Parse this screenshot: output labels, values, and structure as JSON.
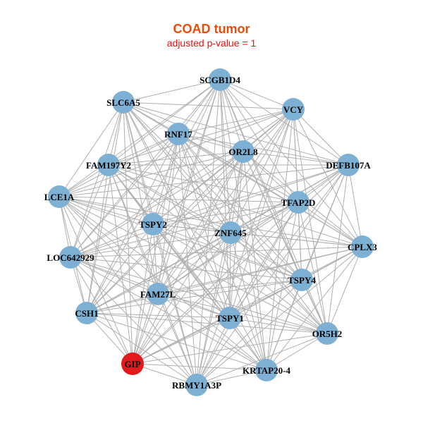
{
  "header": {
    "title": "COAD tumor",
    "subtitle": "adjusted p-value = 1"
  },
  "colors": {
    "title": "#ee4a0a",
    "subtitle": "#ee1010",
    "node_default": "#7eb0d4",
    "node_highlight": "#e31a1c",
    "edge": "#b0b0b0"
  },
  "chart_data": {
    "type": "network",
    "title": "COAD tumor",
    "subtitle": "adjusted p-value = 1",
    "nodes": [
      {
        "id": "SCGB1D4",
        "highlight": false
      },
      {
        "id": "SLC6A5",
        "highlight": false
      },
      {
        "id": "VCY",
        "highlight": false
      },
      {
        "id": "RNF17",
        "highlight": false
      },
      {
        "id": "OR2L8",
        "highlight": false
      },
      {
        "id": "FAM197Y2",
        "highlight": false
      },
      {
        "id": "DEFB107A",
        "highlight": false
      },
      {
        "id": "LCE1A",
        "highlight": false
      },
      {
        "id": "TFAP2D",
        "highlight": false
      },
      {
        "id": "TSPY2",
        "highlight": false
      },
      {
        "id": "ZNF645",
        "highlight": false
      },
      {
        "id": "CPLX3",
        "highlight": false
      },
      {
        "id": "LOC642929",
        "highlight": false
      },
      {
        "id": "TSPY4",
        "highlight": false
      },
      {
        "id": "FAM27L",
        "highlight": false
      },
      {
        "id": "CSH1",
        "highlight": false
      },
      {
        "id": "TSPY1",
        "highlight": false
      },
      {
        "id": "OR5H2",
        "highlight": false
      },
      {
        "id": "GIP",
        "highlight": true
      },
      {
        "id": "KRTAP20-4",
        "highlight": false
      },
      {
        "id": "RBMY1A3P",
        "highlight": false
      }
    ],
    "edges": "dense (near-complete graph among all nodes)"
  }
}
